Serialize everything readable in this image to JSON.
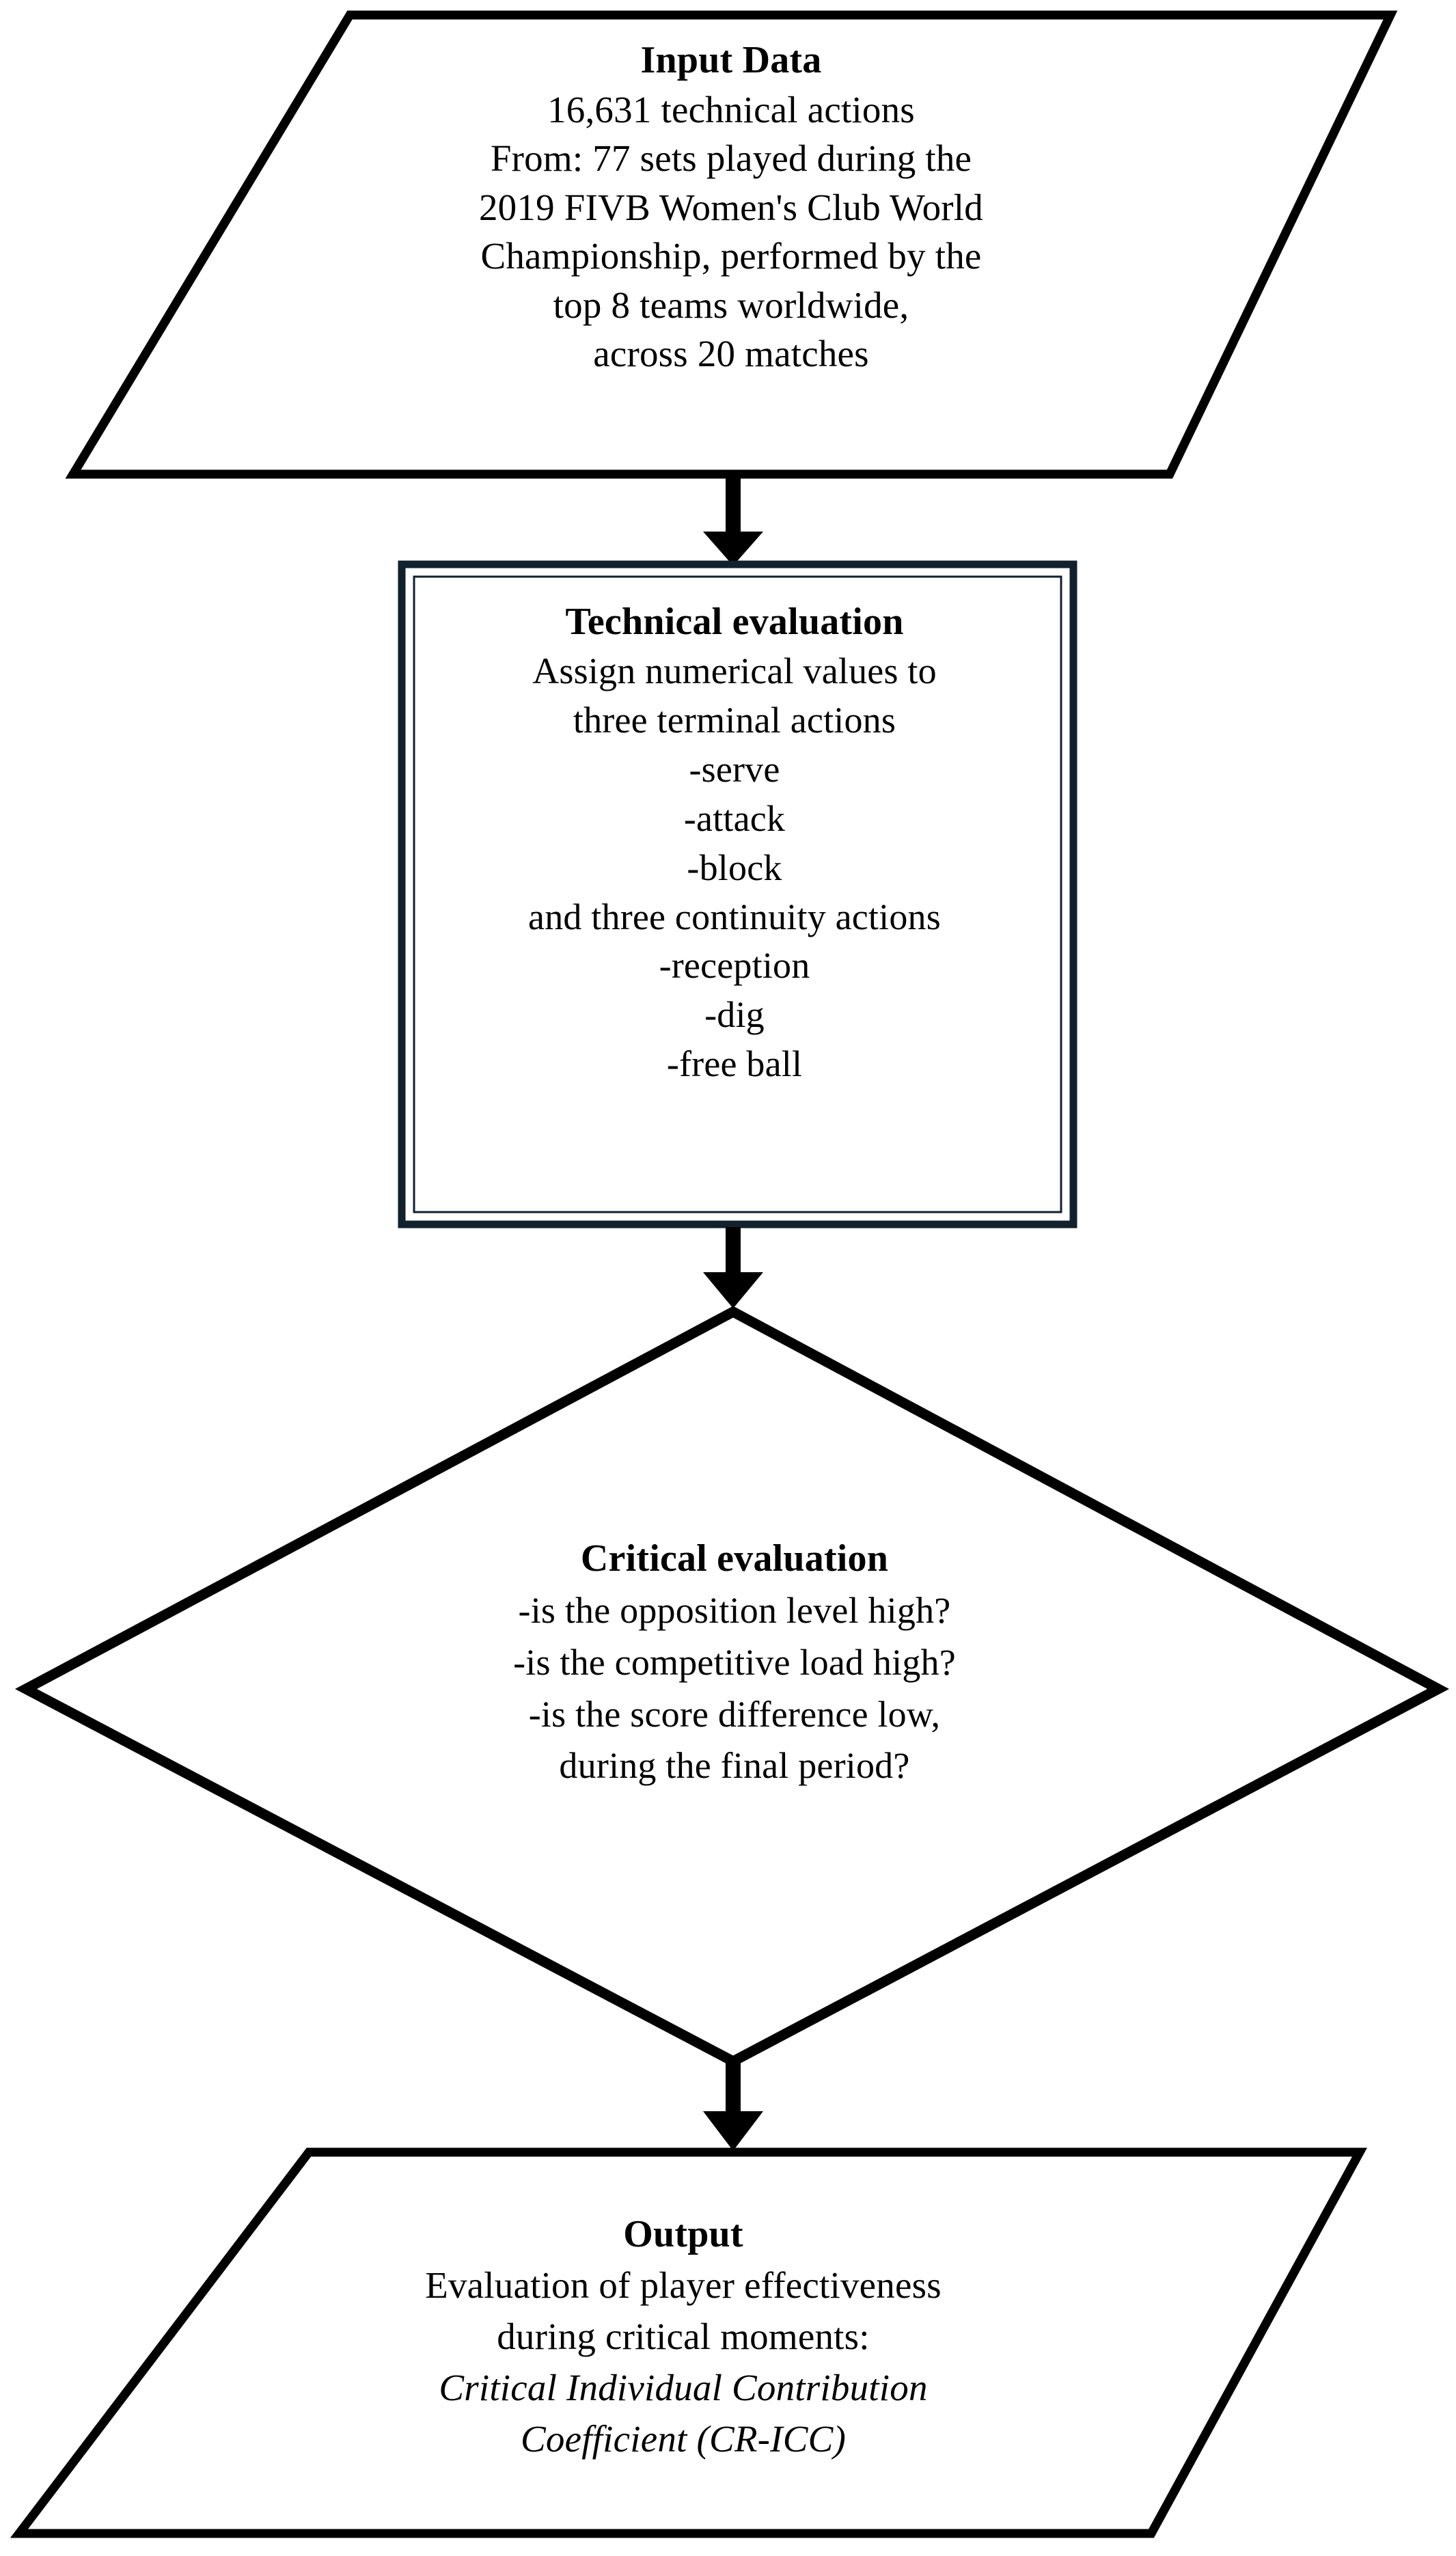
{
  "diagram": {
    "type": "flowchart",
    "orientation": "vertical",
    "colors": {
      "stroke": "#000000",
      "box_border": "#11212e",
      "fill": "#ffffff",
      "text": "#000000"
    },
    "nodes": [
      {
        "id": "input",
        "shape": "parallelogram",
        "title": "Input Data",
        "lines": [
          "16,631 technical actions",
          "From: 77 sets played during the",
          "2019 FIVB Women's Club World",
          "Championship, performed by the",
          "top 8 teams worldwide,",
          "across 20 matches"
        ]
      },
      {
        "id": "technical",
        "shape": "rectangle",
        "title": "Technical evaluation",
        "lines": [
          "Assign numerical values to",
          "three terminal actions",
          "-serve",
          "-attack",
          "-block",
          "and three continuity actions",
          "-reception",
          "-dig",
          "-free ball"
        ]
      },
      {
        "id": "critical",
        "shape": "diamond",
        "title": "Critical evaluation",
        "lines": [
          "-is the opposition level high?",
          "-is the competitive load high?",
          "-is the score difference low,",
          "during the final period?"
        ]
      },
      {
        "id": "output",
        "shape": "parallelogram",
        "title": "Output",
        "lines": [
          "Evaluation of player effectiveness",
          "during critical moments:"
        ],
        "italic_lines": [
          "Critical Individual Contribution",
          "Coefficient (CR-ICC)"
        ]
      }
    ],
    "connectors": [
      {
        "id": "input-to-technical",
        "from": "input",
        "to": "technical",
        "style": "arrow-down"
      },
      {
        "id": "technical-to-critical",
        "from": "technical",
        "to": "critical",
        "style": "arrow-down"
      },
      {
        "id": "critical-to-output",
        "from": "critical",
        "to": "output",
        "style": "arrow-down"
      }
    ]
  }
}
